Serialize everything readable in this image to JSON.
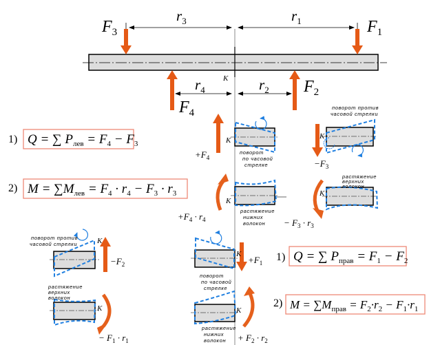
{
  "forces": {
    "F1": {
      "letter": "F",
      "index": "1"
    },
    "F2": {
      "letter": "F",
      "index": "2"
    },
    "F3": {
      "letter": "F",
      "index": "3"
    },
    "F4": {
      "letter": "F",
      "index": "4"
    }
  },
  "distances": {
    "r1": {
      "letter": "r",
      "index": "1"
    },
    "r2": {
      "letter": "r",
      "index": "2"
    },
    "r3": {
      "letter": "r",
      "index": "3"
    },
    "r4": {
      "letter": "r",
      "index": "4"
    }
  },
  "section_label": "K",
  "captions": {
    "ccw": [
      "поворот против",
      "часовой стрелки"
    ],
    "cw": [
      "поворот",
      "по часовой",
      "стрелке"
    ],
    "lower": [
      "растяжение",
      "нижних",
      "волокон"
    ],
    "upper": [
      "растяжение",
      "верхних",
      "волокон"
    ]
  },
  "labels": {
    "plus_F4": [
      "+F",
      "4"
    ],
    "minus_F3": [
      "−F",
      "3"
    ],
    "plus_F4r4": [
      "+F",
      "4",
      " · r",
      "4"
    ],
    "minus_F3r3": [
      "− F",
      "3",
      " · r",
      "3"
    ],
    "minus_F2": [
      "−F",
      "2"
    ],
    "plus_F1": [
      "+F",
      "1"
    ],
    "minus_F1r1": [
      "− F",
      "1",
      " · r",
      "1"
    ],
    "plus_F2r2": [
      "+ F",
      "2",
      " · r",
      "2"
    ]
  },
  "formulas": {
    "q_left": {
      "index": "1)",
      "lhs": "Q",
      "sum": "P",
      "sub": "лев",
      "rhs": "F",
      "a": "4",
      "minus": "F",
      "b": "3"
    },
    "m_left": {
      "index": "2)",
      "lhs": "M",
      "sum": "M",
      "sub": "лев",
      "t1": "F",
      "t1i": "4",
      "t1r": "r",
      "t1ri": "4",
      "t2": "F",
      "t2i": "3",
      "t2r": "r",
      "t2ri": "3"
    },
    "q_right": {
      "index": "1)",
      "lhs": "Q",
      "sum": "P",
      "sub": "прав",
      "rhs": "F",
      "a": "1",
      "minus": "F",
      "b": "2"
    },
    "m_right": {
      "index": "2)",
      "lhs": "M",
      "sum": "M",
      "sub": "прав",
      "t1": "F",
      "t1i": "2",
      "t1r": "r",
      "t1ri": "2",
      "t2": "F",
      "t2i": "1",
      "t2r": "r",
      "t2ri": "1"
    }
  },
  "colors": {
    "arrow": "#e55a16",
    "moment_arrow": "#e5601c",
    "dashed": "#1f7fe0",
    "formula_border": "#ee8877",
    "beam_fill": "#dddddd"
  }
}
